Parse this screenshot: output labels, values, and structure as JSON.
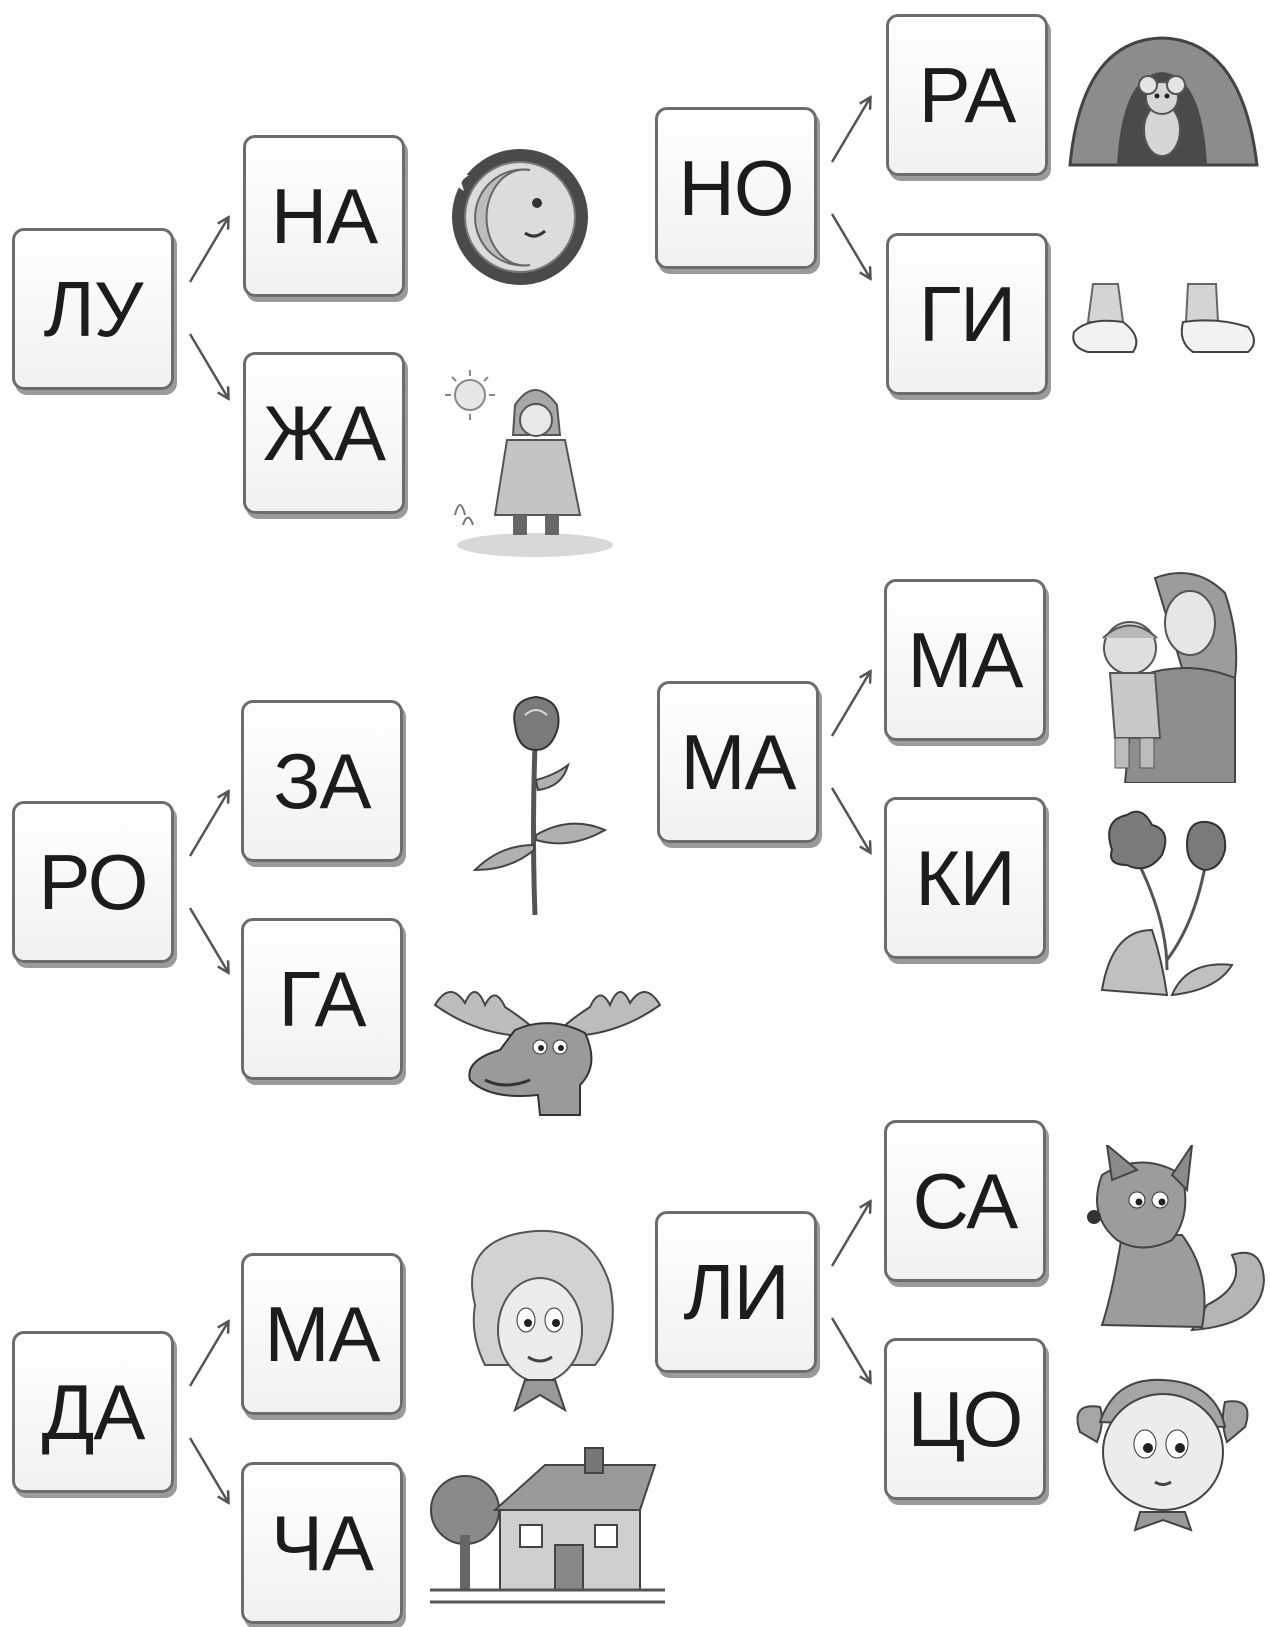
{
  "groups": [
    {
      "first": "ЛУ",
      "options": [
        {
          "syllable": "НА",
          "picture": "moon-icon"
        },
        {
          "syllable": "ЖА",
          "picture": "puddle-child-icon"
        }
      ]
    },
    {
      "first": "НО",
      "options": [
        {
          "syllable": "РА",
          "picture": "mouse-burrow-icon"
        },
        {
          "syllable": "ГИ",
          "picture": "feet-icon"
        }
      ]
    },
    {
      "first": "РО",
      "options": [
        {
          "syllable": "ЗА",
          "picture": "rose-icon"
        },
        {
          "syllable": "ГА",
          "picture": "moose-icon"
        }
      ]
    },
    {
      "first": "МА",
      "options": [
        {
          "syllable": "МА",
          "picture": "mother-child-icon"
        },
        {
          "syllable": "КИ",
          "picture": "poppy-icon"
        }
      ]
    },
    {
      "first": "ДА",
      "options": [
        {
          "syllable": "МА",
          "picture": "lady-icon"
        },
        {
          "syllable": "ЧА",
          "picture": "cottage-icon"
        }
      ]
    },
    {
      "first": "ЛИ",
      "options": [
        {
          "syllable": "СА",
          "picture": "fox-icon"
        },
        {
          "syllable": "ЦО",
          "picture": "girl-face-icon"
        }
      ]
    }
  ],
  "colors": {
    "tile_border": "#6c6c6c",
    "text": "#1c1c1c",
    "arrow": "#555555",
    "picture_fill": "#d0d0d0"
  }
}
